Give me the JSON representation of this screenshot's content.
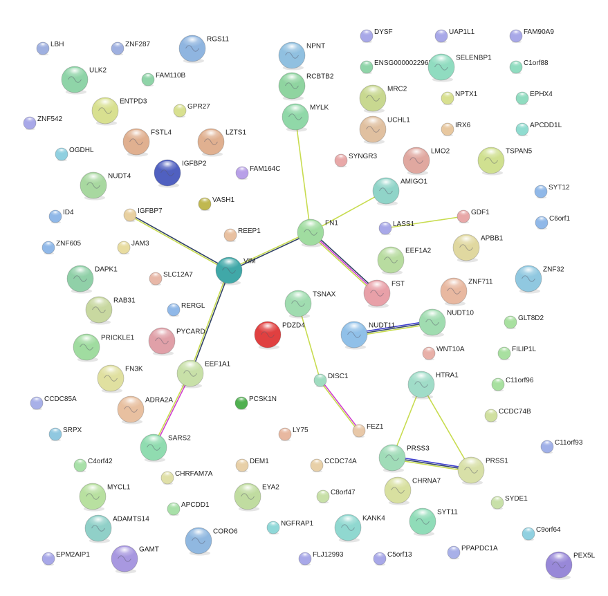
{
  "nodes": [
    {
      "id": "LBH",
      "color": "#9fb0e0"
    },
    {
      "id": "ZNF287",
      "color": "#9fb0e0"
    },
    {
      "id": "RGS11",
      "color": "#8fb5e0"
    },
    {
      "id": "NPNT",
      "color": "#90c0e0"
    },
    {
      "id": "DYSF",
      "color": "#a8a8e8"
    },
    {
      "id": "UAP1L1",
      "color": "#a8a8e8"
    },
    {
      "id": "FAM90A9",
      "color": "#a8a8e8"
    },
    {
      "id": "ULK2",
      "color": "#8fd4a8"
    },
    {
      "id": "FAM110B",
      "color": "#8fd4a8"
    },
    {
      "id": "RCBTB2",
      "color": "#8fd4a0"
    },
    {
      "id": "ENSG00000229631",
      "color": "#8fd4a8"
    },
    {
      "id": "SELENBP1",
      "color": "#90dcc0"
    },
    {
      "id": "C1orf88",
      "color": "#90dcc0"
    },
    {
      "id": "ENTPD3",
      "color": "#d8e090"
    },
    {
      "id": "GPR27",
      "color": "#d8e090"
    },
    {
      "id": "MYLK",
      "color": "#90d8a8"
    },
    {
      "id": "MRC2",
      "color": "#c8d890"
    },
    {
      "id": "NPTX1",
      "color": "#d8e090"
    },
    {
      "id": "EPHX4",
      "color": "#90dcc0"
    },
    {
      "id": "ZNF542",
      "color": "#a8a8e8"
    },
    {
      "id": "FSTL4",
      "color": "#e0b090"
    },
    {
      "id": "LZTS1",
      "color": "#e0b090"
    },
    {
      "id": "UCHL1",
      "color": "#e0c0a0"
    },
    {
      "id": "IRX6",
      "color": "#e8c8a0"
    },
    {
      "id": "APCDD1L",
      "color": "#90dcd0"
    },
    {
      "id": "OGDHL",
      "color": "#90d0e0"
    },
    {
      "id": "IGFBP2",
      "color": "#5060c0"
    },
    {
      "id": "SYNGR3",
      "color": "#e8a8a8"
    },
    {
      "id": "LMO2",
      "color": "#e0a8a0"
    },
    {
      "id": "TSPAN5",
      "color": "#d0e090"
    },
    {
      "id": "FAM164C",
      "color": "#b8a0e8"
    },
    {
      "id": "NUDT4",
      "color": "#a8d8a0"
    },
    {
      "id": "AMIGO1",
      "color": "#90d4c8"
    },
    {
      "id": "SYT12",
      "color": "#90b8e8"
    },
    {
      "id": "VASH1",
      "color": "#c0b850"
    },
    {
      "id": "ID4",
      "color": "#90b8e8"
    },
    {
      "id": "IGFBP7",
      "color": "#e8d0a0"
    },
    {
      "id": "FN1",
      "color": "#a0dca0"
    },
    {
      "id": "GDF1",
      "color": "#e8a8a8"
    },
    {
      "id": "C6orf1",
      "color": "#90b8e8"
    },
    {
      "id": "LASS1",
      "color": "#a8a8e8"
    },
    {
      "id": "REEP1",
      "color": "#e8c0a0"
    },
    {
      "id": "JAM3",
      "color": "#e8dca0"
    },
    {
      "id": "APBB1",
      "color": "#e0d8a0"
    },
    {
      "id": "ZNF605",
      "color": "#90b8e8"
    },
    {
      "id": "VIM",
      "color": "#40a8a8"
    },
    {
      "id": "EEF1A2",
      "color": "#b8dca0"
    },
    {
      "id": "ZNF32",
      "color": "#90c8e0"
    },
    {
      "id": "DAPK1",
      "color": "#90d0a8"
    },
    {
      "id": "SLC12A7",
      "color": "#e8b8a8"
    },
    {
      "id": "FST",
      "color": "#e8a0a8"
    },
    {
      "id": "ZNF711",
      "color": "#e8b8a0"
    },
    {
      "id": "TSNAX",
      "color": "#a0dcb0"
    },
    {
      "id": "RAB31",
      "color": "#c8d8a0"
    },
    {
      "id": "RERGL",
      "color": "#90b8e8"
    },
    {
      "id": "NUDT10",
      "color": "#a0dcb0"
    },
    {
      "id": "PYCARD",
      "color": "#e0a0a8"
    },
    {
      "id": "PDZD4",
      "color": "#e04040"
    },
    {
      "id": "GLT8D2",
      "color": "#a8e0a0"
    },
    {
      "id": "NUDT11",
      "color": "#90c0e8"
    },
    {
      "id": "PRICKLE1",
      "color": "#a0dca0"
    },
    {
      "id": "WNT10A",
      "color": "#e8b0a8"
    },
    {
      "id": "FILIP1L",
      "color": "#a8e0a0"
    },
    {
      "id": "EEF1A1",
      "color": "#c8e0a8"
    },
    {
      "id": "FN3K",
      "color": "#e0e0a0"
    },
    {
      "id": "DISC1",
      "color": "#a0dcc0"
    },
    {
      "id": "HTRA1",
      "color": "#a0dcc8"
    },
    {
      "id": "C11orf96",
      "color": "#a8e0a0"
    },
    {
      "id": "CCDC85A",
      "color": "#a8b0e8"
    },
    {
      "id": "ADRA2A",
      "color": "#e8c0a0"
    },
    {
      "id": "PCSK1N",
      "color": "#50b050"
    },
    {
      "id": "CCDC74B",
      "color": "#d0e0a0"
    },
    {
      "id": "SRPX",
      "color": "#90c8e0"
    },
    {
      "id": "FEZ1",
      "color": "#e8c8a8"
    },
    {
      "id": "SARS2",
      "color": "#90dcb0"
    },
    {
      "id": "LY75",
      "color": "#e8b8a0"
    },
    {
      "id": "C11orf93",
      "color": "#a0b0e8"
    },
    {
      "id": "PRSS3",
      "color": "#a0dcb8"
    },
    {
      "id": "C4orf42",
      "color": "#a8e0a8"
    },
    {
      "id": "DEM1",
      "color": "#e8d0a8"
    },
    {
      "id": "CCDC74A",
      "color": "#e8d0a8"
    },
    {
      "id": "PRSS1",
      "color": "#d8e0a8"
    },
    {
      "id": "CHRFAM7A",
      "color": "#e0e0a8"
    },
    {
      "id": "MYCL1",
      "color": "#b8e0a0"
    },
    {
      "id": "EYA2",
      "color": "#c0dca0"
    },
    {
      "id": "C8orf47",
      "color": "#c8e0a8"
    },
    {
      "id": "CHRNA7",
      "color": "#d8e0a0"
    },
    {
      "id": "APCDD1",
      "color": "#a8e0a8"
    },
    {
      "id": "SYDE1",
      "color": "#c8e0a8"
    },
    {
      "id": "ADAMTS14",
      "color": "#90d0c8"
    },
    {
      "id": "KANK4",
      "color": "#90d8d0"
    },
    {
      "id": "SYT11",
      "color": "#90dcb8"
    },
    {
      "id": "CORO6",
      "color": "#90b8e0"
    },
    {
      "id": "NGFRAP1",
      "color": "#90d8d8"
    },
    {
      "id": "C9orf64",
      "color": "#90d0e0"
    },
    {
      "id": "GAMT",
      "color": "#a898e0"
    },
    {
      "id": "EPM2AIP1",
      "color": "#a8a8e8"
    },
    {
      "id": "FLJ12993",
      "color": "#a8a8e8"
    },
    {
      "id": "C5orf13",
      "color": "#a8a8e8"
    },
    {
      "id": "PPAPDC1A",
      "color": "#a8b0e8"
    },
    {
      "id": "PEX5L",
      "color": "#9888d8"
    }
  ],
  "edges": [
    {
      "a": "MYLK",
      "b": "FN1",
      "colors": [
        "#c8dc50"
      ]
    },
    {
      "a": "FN1",
      "b": "AMIGO1",
      "colors": [
        "#c8dc50"
      ]
    },
    {
      "a": "FN1",
      "b": "VIM",
      "colors": [
        "#334466",
        "#c8dc50"
      ]
    },
    {
      "a": "FN1",
      "b": "FST",
      "colors": [
        "#334466",
        "#d040d0",
        "#c8dc50"
      ]
    },
    {
      "a": "IGFBP7",
      "b": "VIM",
      "colors": [
        "#334466",
        "#c8dc50"
      ]
    },
    {
      "a": "VIM",
      "b": "EEF1A1",
      "colors": [
        "#334466",
        "#c8dc50"
      ]
    },
    {
      "a": "EEF1A1",
      "b": "SARS2",
      "colors": [
        "#d040d0",
        "#c8dc50"
      ]
    },
    {
      "a": "LASS1",
      "b": "GDF1",
      "colors": [
        "#c8dc50"
      ]
    },
    {
      "a": "TSNAX",
      "b": "DISC1",
      "colors": [
        "#c8dc50"
      ]
    },
    {
      "a": "DISC1",
      "b": "FEZ1",
      "colors": [
        "#d040d0",
        "#c8dc50"
      ]
    },
    {
      "a": "NUDT11",
      "b": "NUDT10",
      "colors": [
        "#4040d0",
        "#334466",
        "#c8dc50"
      ]
    },
    {
      "a": "HTRA1",
      "b": "PRSS3",
      "colors": [
        "#c8dc50"
      ]
    },
    {
      "a": "HTRA1",
      "b": "PRSS1",
      "colors": [
        "#c8dc50"
      ]
    },
    {
      "a": "PRSS3",
      "b": "PRSS1",
      "colors": [
        "#4040d0",
        "#334466",
        "#c8dc50"
      ]
    }
  ]
}
